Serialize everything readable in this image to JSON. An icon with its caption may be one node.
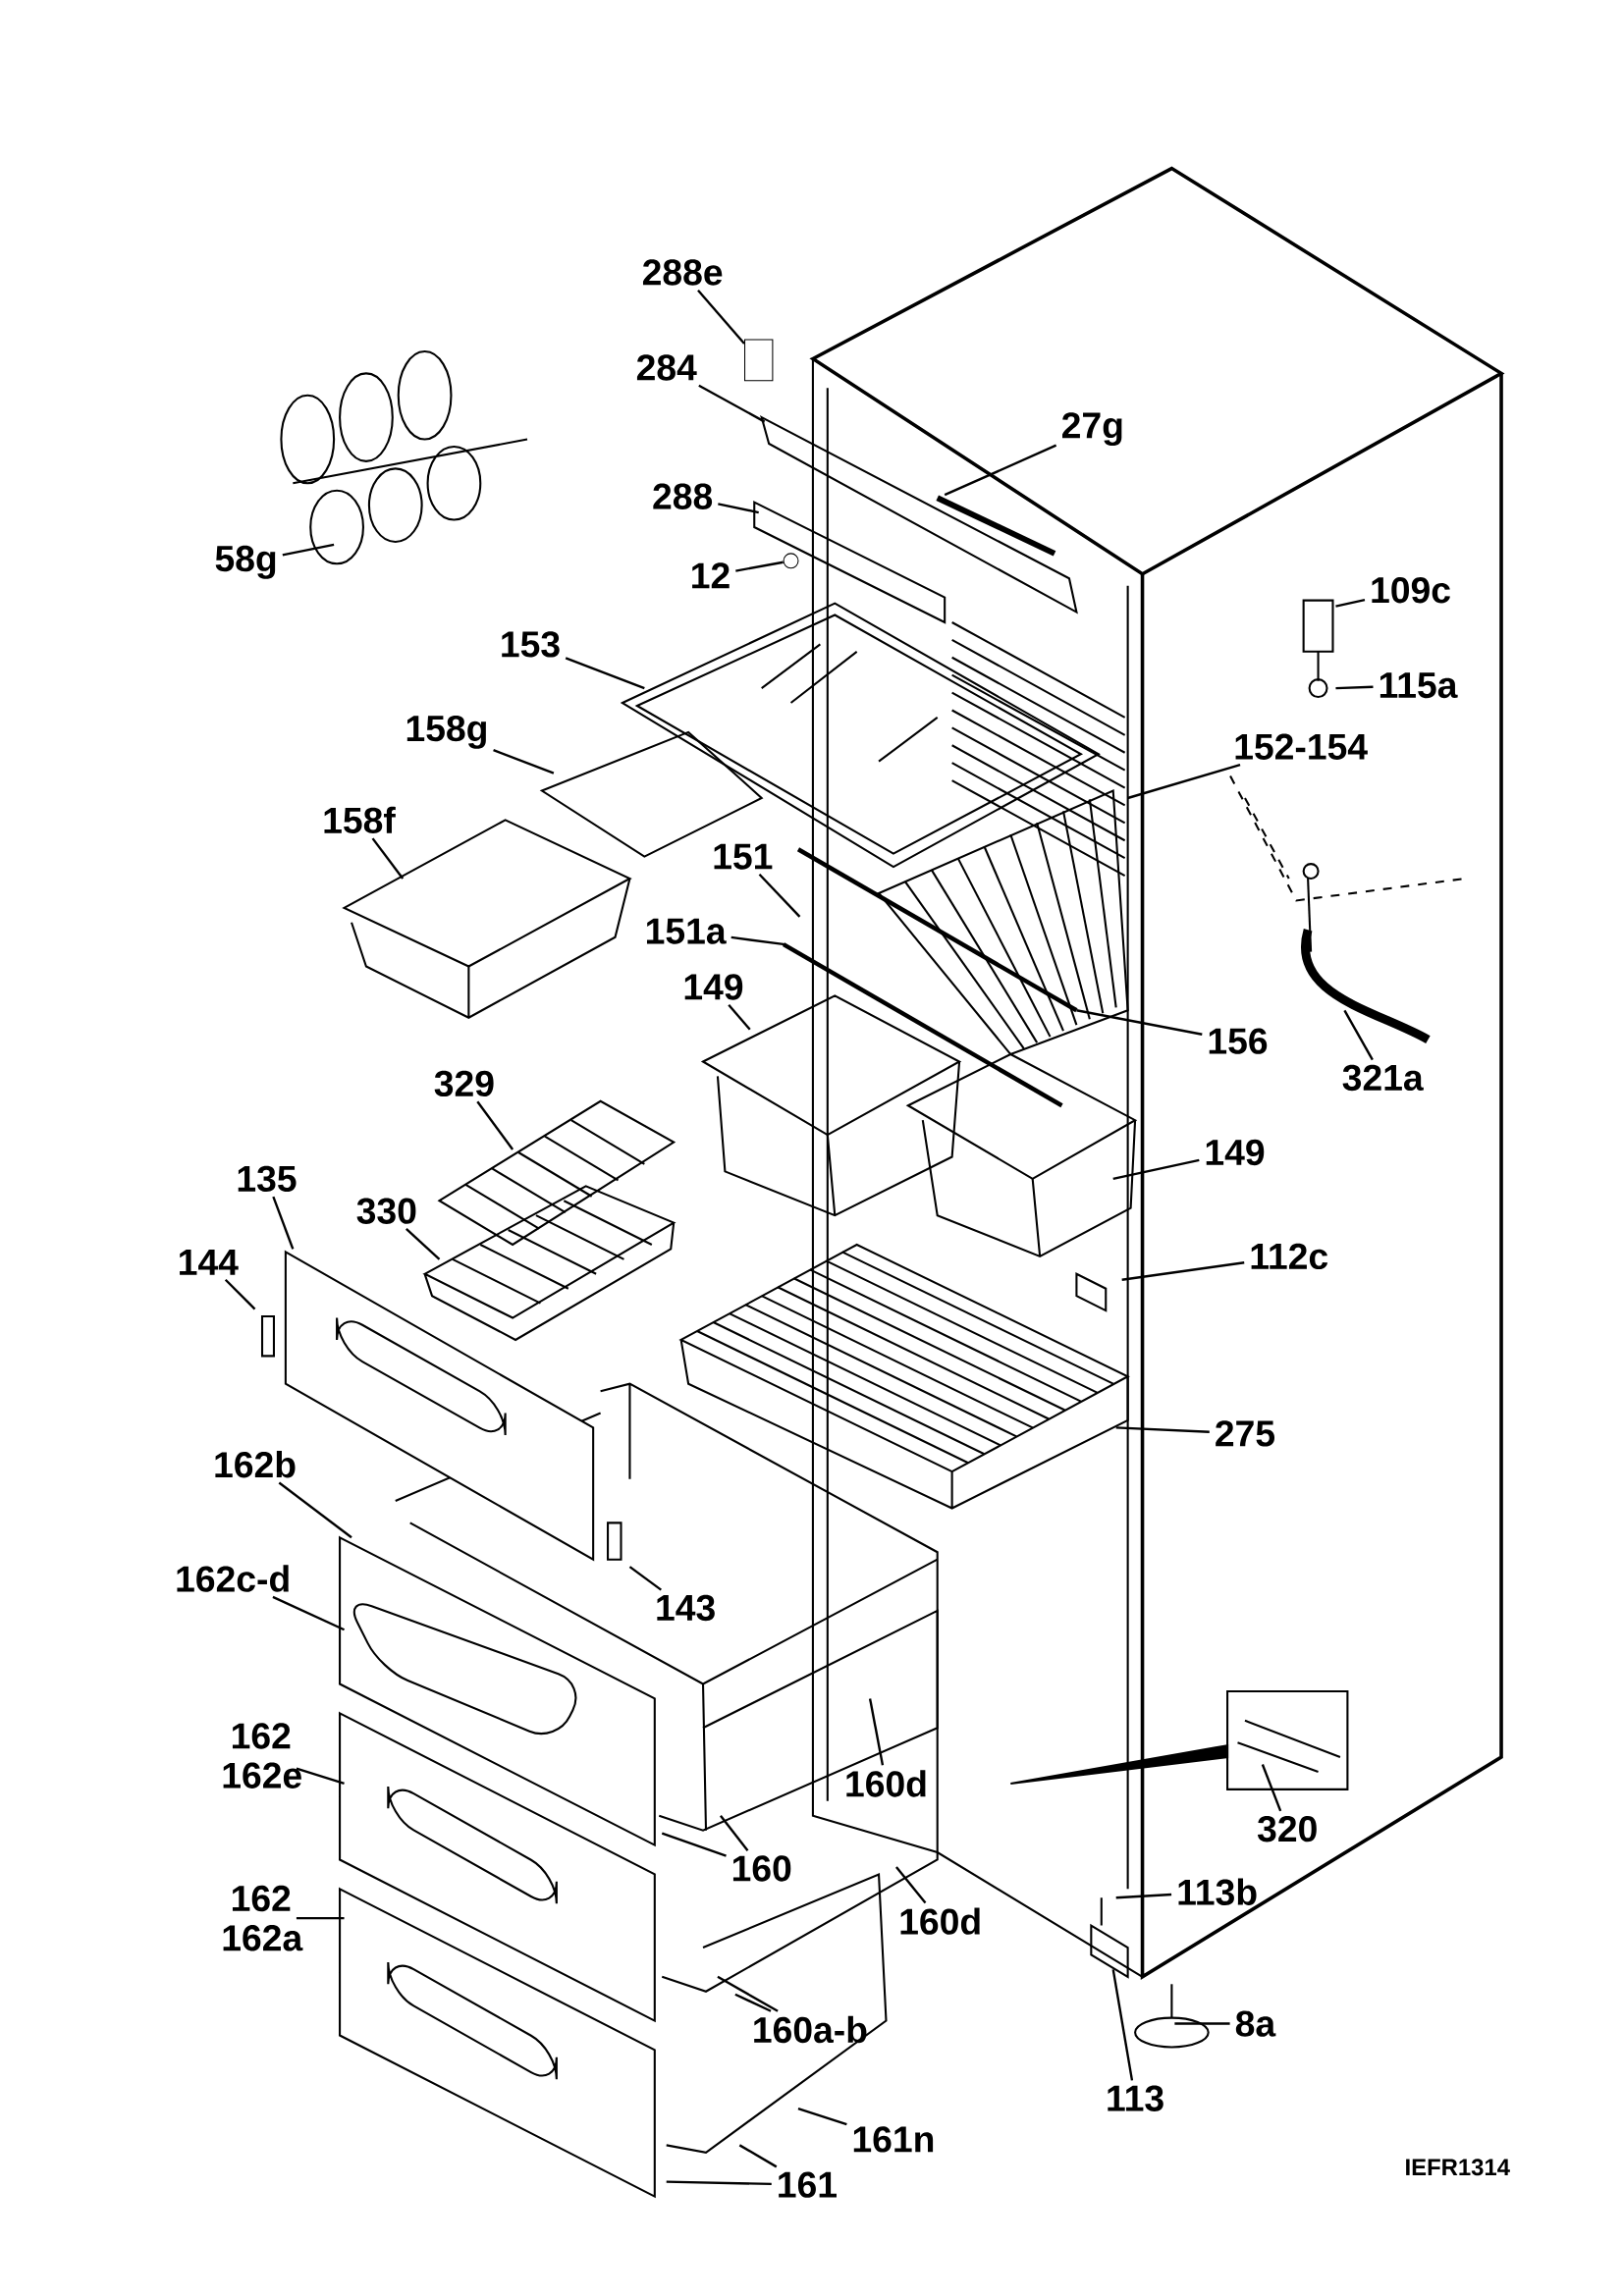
{
  "diagram": {
    "nodes": [
      {
        "text": [
          "288e"
        ]
      },
      {
        "text": [
          "284"
        ]
      },
      {
        "text": [
          "27g"
        ]
      },
      {
        "text": [
          "288"
        ]
      },
      {
        "text": [
          "58g"
        ]
      },
      {
        "text": [
          "12"
        ]
      },
      {
        "text": [
          "109c"
        ]
      },
      {
        "text": [
          "153"
        ]
      },
      {
        "text": [
          "115a"
        ]
      },
      {
        "text": [
          "158g"
        ]
      },
      {
        "text": [
          "152-154"
        ]
      },
      {
        "text": [
          "158f"
        ]
      },
      {
        "text": [
          "151"
        ]
      },
      {
        "text": [
          "151a"
        ]
      },
      {
        "text": [
          "149"
        ]
      },
      {
        "text": [
          "156"
        ]
      },
      {
        "text": [
          "321a"
        ]
      },
      {
        "text": [
          "329"
        ]
      },
      {
        "text": [
          "149"
        ]
      },
      {
        "text": [
          "135"
        ]
      },
      {
        "text": [
          "330"
        ]
      },
      {
        "text": [
          "144"
        ]
      },
      {
        "text": [
          "112c"
        ]
      },
      {
        "text": [
          "275"
        ]
      },
      {
        "text": [
          "162b"
        ]
      },
      {
        "text": [
          "143"
        ]
      },
      {
        "text": [
          "162c-d"
        ]
      },
      {
        "text": [
          "162 162e"
        ]
      },
      {
        "text": [
          "160d"
        ]
      },
      {
        "text": [
          "320"
        ]
      },
      {
        "text": [
          "160"
        ]
      },
      {
        "text": [
          "162 162a"
        ]
      },
      {
        "text": [
          "113b"
        ]
      },
      {
        "text": [
          "160d"
        ]
      },
      {
        "text": [
          "160a-b"
        ]
      },
      {
        "text": [
          "8a"
        ]
      },
      {
        "text": [
          "113"
        ]
      },
      {
        "text": [
          "161n"
        ]
      },
      {
        "text": [
          "161"
        ]
      },
      {
        "text": [],
        "shape": "box"
      },
      {
        "text": [],
        "shape": "circle"
      }
    ],
    "edges": [
      {
        "from": 0,
        "to": 39,
        "arrow": "none"
      },
      {
        "from": 1,
        "to": null,
        "arrow": "none"
      },
      {
        "from": 2,
        "to": null,
        "arrow": "none"
      },
      {
        "from": 3,
        "to": null,
        "arrow": "none"
      },
      {
        "from": 4,
        "to": null,
        "arrow": "none"
      },
      {
        "from": 5,
        "to": 40,
        "arrow": "none"
      },
      {
        "from": 6,
        "to": null,
        "arrow": "none"
      },
      {
        "from": 7,
        "to": null,
        "arrow": "none"
      },
      {
        "from": 8,
        "to": null,
        "arrow": "none"
      },
      {
        "from": 9,
        "to": null,
        "arrow": "none"
      },
      {
        "from": 10,
        "to": null,
        "arrow": "none"
      },
      {
        "from": 11,
        "to": null,
        "arrow": "none"
      },
      {
        "from": 12,
        "to": null,
        "arrow": "none"
      },
      {
        "from": 13,
        "to": null,
        "arrow": "none"
      },
      {
        "from": 14,
        "to": null,
        "arrow": "none"
      },
      {
        "from": 15,
        "to": null,
        "arrow": "none"
      },
      {
        "from": 16,
        "to": null,
        "arrow": "none"
      },
      {
        "from": 17,
        "to": null,
        "arrow": "none"
      },
      {
        "from": 18,
        "to": null,
        "arrow": "none"
      },
      {
        "from": 19,
        "to": null,
        "arrow": "none"
      },
      {
        "from": 20,
        "to": null,
        "arrow": "none"
      },
      {
        "from": 21,
        "to": null,
        "arrow": "none"
      },
      {
        "from": 22,
        "to": null,
        "arrow": "none"
      },
      {
        "from": 23,
        "to": null,
        "arrow": "none"
      },
      {
        "from": 24,
        "to": null,
        "arrow": "none"
      },
      {
        "from": 25,
        "to": null,
        "arrow": "none"
      },
      {
        "from": 26,
        "to": null,
        "arrow": "none"
      },
      {
        "from": 27,
        "to": null,
        "arrow": "none"
      },
      {
        "from": 28,
        "to": null,
        "arrow": "none"
      },
      {
        "from": 29,
        "to": null,
        "arrow": "none"
      },
      {
        "from": 30,
        "to": null,
        "arrow": "none"
      },
      {
        "from": 30,
        "to": null,
        "arrow": "none"
      },
      {
        "from": 31,
        "to": null,
        "arrow": "none"
      },
      {
        "from": 32,
        "to": null,
        "arrow": "none"
      },
      {
        "from": 33,
        "to": null,
        "arrow": "none"
      },
      {
        "from": 34,
        "to": null,
        "arrow": "none"
      },
      {
        "from": 34,
        "to": null,
        "arrow": "none"
      },
      {
        "from": 35,
        "to": null,
        "arrow": "none"
      },
      {
        "from": 36,
        "to": null,
        "arrow": "none"
      },
      {
        "from": 37,
        "to": null,
        "arrow": "none"
      },
      {
        "from": 38,
        "to": null,
        "arrow": "none"
      },
      {
        "from": 38,
        "to": null,
        "arrow": "none"
      }
    ],
    "labels": [
      "IEFR1314"
    ]
  }
}
